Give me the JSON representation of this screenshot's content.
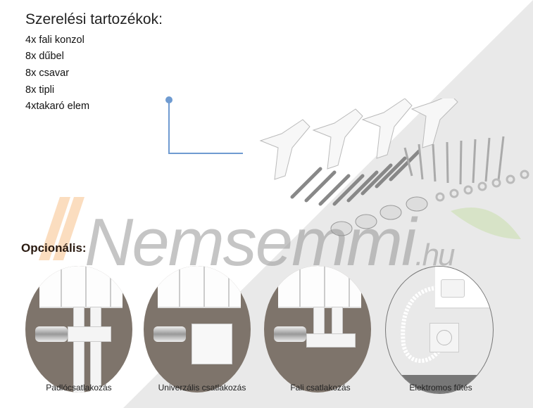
{
  "heading": "Szerelési tartozékok:",
  "items": [
    "4x fali konzol",
    "8x dűbel",
    "8x csavar",
    "8x tipli",
    "4xtakaró elem"
  ],
  "watermark": {
    "main": "Nemsemmi",
    "suffix": ".hu"
  },
  "optional_heading": "Opcionális:",
  "options": [
    {
      "label": "Padlócsatlakozás"
    },
    {
      "label": "Univerzális csatlakozás"
    },
    {
      "label": "Fali csatlakozás"
    },
    {
      "label": "Elektromos fűtés"
    }
  ],
  "colors": {
    "accent_line": "#6f9bd1",
    "wall": "#7e746b",
    "bg_gray": "#e9e9e9"
  }
}
